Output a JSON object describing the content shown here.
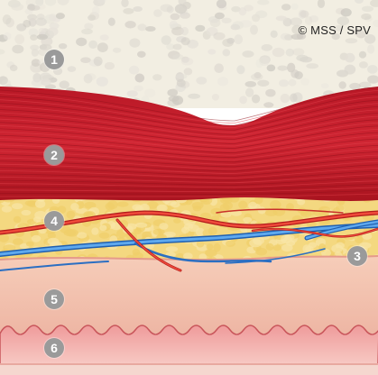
{
  "copyright": "© MSS / SPV",
  "markers": [
    {
      "id": "marker-1",
      "label": "1"
    },
    {
      "id": "marker-2",
      "label": "2"
    },
    {
      "id": "marker-3",
      "label": "3"
    },
    {
      "id": "marker-4",
      "label": "4"
    },
    {
      "id": "marker-5",
      "label": "5"
    },
    {
      "id": "marker-6",
      "label": "6"
    }
  ],
  "colors": {
    "top_layer": "#f2eee2",
    "fat_cells": "#d8d3c6",
    "muscle": "#c8202e",
    "muscle_dark": "#9e1420",
    "yellow_layer": "#f4d880",
    "artery": "#e23a2e",
    "vein": "#2f7fd6",
    "skin_layer": "#f3c4b2",
    "deep_layer": "#e98e8e",
    "marker": "#9a9a9a"
  }
}
